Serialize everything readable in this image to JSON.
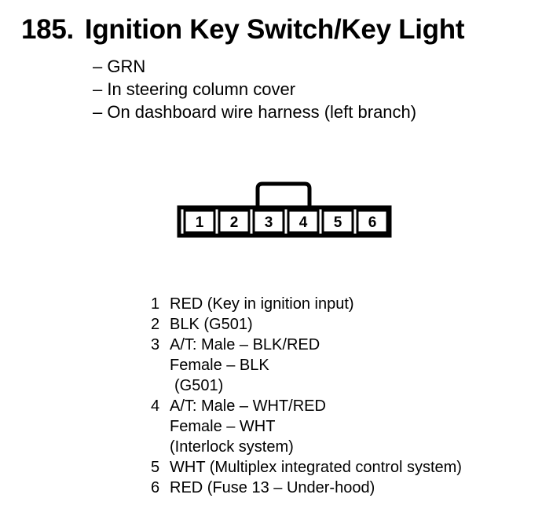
{
  "header": {
    "number": "185.",
    "title": "Ignition Key Switch/Key Light"
  },
  "details": [
    "– GRN",
    "– In steering column cover",
    "– On dashboard wire harness (left branch)"
  ],
  "connector": {
    "pins": [
      "1",
      "2",
      "3",
      "4",
      "5",
      "6"
    ]
  },
  "pin_list": [
    {
      "num": "1",
      "lines": [
        "RED (Key in ignition input)"
      ]
    },
    {
      "num": "2",
      "lines": [
        "BLK (G501)"
      ]
    },
    {
      "num": "3",
      "lines": [
        "A/T: Male – BLK/RED",
        "Female – BLK",
        "(G501)"
      ]
    },
    {
      "num": "4",
      "lines": [
        "A/T: Male – WHT/RED",
        "Female – WHT",
        "(Interlock system)"
      ]
    },
    {
      "num": "5",
      "lines": [
        "WHT (Multiplex integrated control system)"
      ]
    },
    {
      "num": "6",
      "lines": [
        "RED (Fuse 13 – Under-hood)"
      ]
    }
  ]
}
